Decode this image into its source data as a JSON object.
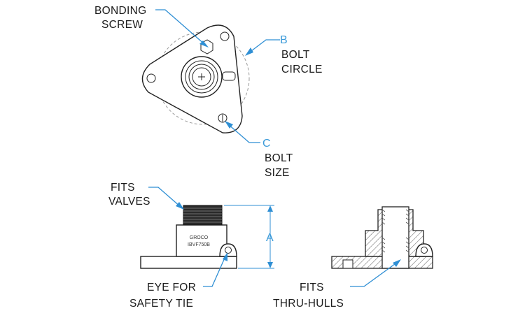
{
  "callouts": {
    "bonding_screw": [
      "BONDING",
      "SCREW"
    ],
    "bolt_circle": {
      "key": "B",
      "lines": [
        "BOLT",
        "CIRCLE"
      ]
    },
    "bolt_size": {
      "key": "C",
      "lines": [
        "BOLT",
        "SIZE"
      ]
    },
    "fits_valves": [
      "FITS",
      "VALVES"
    ],
    "dimension_a": "A",
    "eye_for_safety_tie": [
      "EYE FOR",
      "SAFETY TIE"
    ],
    "fits_thru_hulls": [
      "FITS",
      "THRU-HULLS"
    ]
  },
  "engraving": [
    "GROCO",
    "IBVF750B"
  ],
  "colors": {
    "leader": "#2f8fd4",
    "outline": "#222222"
  }
}
